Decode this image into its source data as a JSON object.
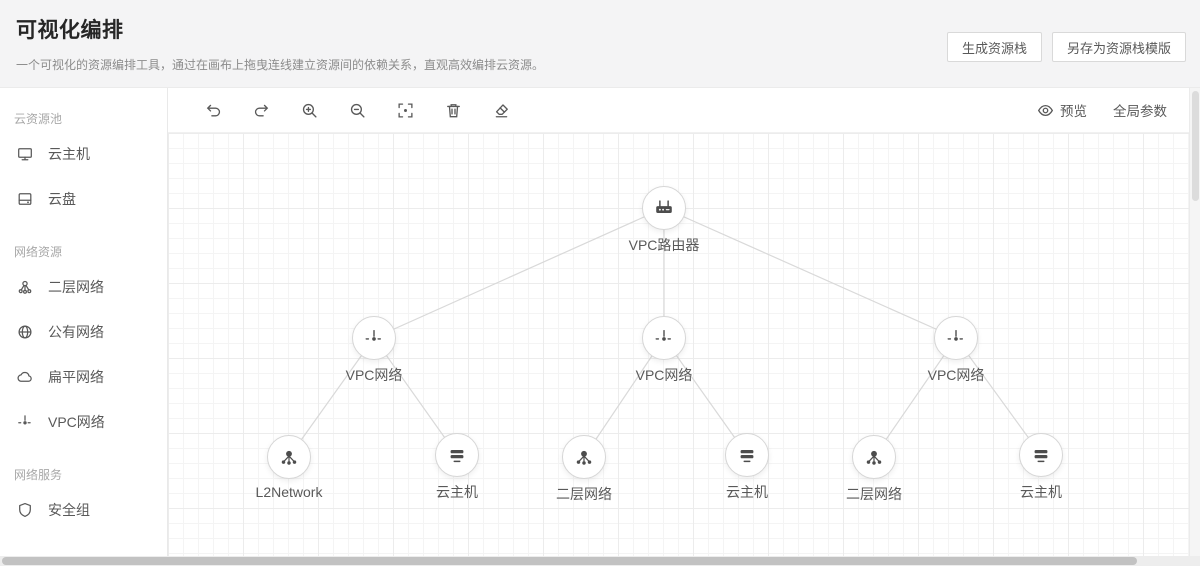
{
  "header": {
    "title": "可视化编排",
    "subtitle": "一个可视化的资源编排工具，通过在画布上拖曳连线建立资源间的依赖关系，直观高效编排云资源。",
    "buttons": {
      "generate": "生成资源栈",
      "save_as_template": "另存为资源栈模版"
    }
  },
  "sidebar": {
    "sections": [
      {
        "title": "云资源池",
        "items": [
          {
            "label": "云主机",
            "icon": "monitor-icon"
          },
          {
            "label": "云盘",
            "icon": "disk-icon"
          }
        ]
      },
      {
        "title": "网络资源",
        "items": [
          {
            "label": "二层网络",
            "icon": "l2-network-icon"
          },
          {
            "label": "公有网络",
            "icon": "globe-icon"
          },
          {
            "label": "扁平网络",
            "icon": "cloud-icon"
          },
          {
            "label": "VPC网络",
            "icon": "vpc-network-icon"
          }
        ]
      },
      {
        "title": "网络服务",
        "items": [
          {
            "label": "安全组",
            "icon": "shield-icon"
          }
        ]
      }
    ]
  },
  "toolbar": {
    "tools": [
      "undo",
      "redo",
      "zoom-in",
      "zoom-out",
      "fit-view",
      "delete",
      "clear"
    ],
    "preview": "预览",
    "global_params": "全局参数"
  },
  "canvas": {
    "nodes": [
      {
        "id": "vpc-router",
        "label": "VPC路由器",
        "icon": "router-icon"
      },
      {
        "id": "vpc-net-1",
        "label": "VPC网络",
        "icon": "vpc-branch-icon"
      },
      {
        "id": "vpc-net-2",
        "label": "VPC网络",
        "icon": "vpc-branch-icon"
      },
      {
        "id": "vpc-net-3",
        "label": "VPC网络",
        "icon": "vpc-branch-icon"
      },
      {
        "id": "l2-1",
        "label": "L2Network",
        "icon": "network-cluster-icon"
      },
      {
        "id": "host-1",
        "label": "云主机",
        "icon": "host-icon"
      },
      {
        "id": "l2-2",
        "label": "二层网络",
        "icon": "network-cluster-icon"
      },
      {
        "id": "host-2",
        "label": "云主机",
        "icon": "host-icon"
      },
      {
        "id": "l2-3",
        "label": "二层网络",
        "icon": "network-cluster-icon"
      },
      {
        "id": "host-3",
        "label": "云主机",
        "icon": "host-icon"
      }
    ],
    "edges": [
      [
        "vpc-router",
        "vpc-net-1"
      ],
      [
        "vpc-router",
        "vpc-net-2"
      ],
      [
        "vpc-router",
        "vpc-net-3"
      ],
      [
        "vpc-net-1",
        "l2-1"
      ],
      [
        "vpc-net-1",
        "host-1"
      ],
      [
        "vpc-net-2",
        "l2-2"
      ],
      [
        "vpc-net-2",
        "host-2"
      ],
      [
        "vpc-net-3",
        "l2-3"
      ],
      [
        "vpc-net-3",
        "host-3"
      ]
    ]
  }
}
